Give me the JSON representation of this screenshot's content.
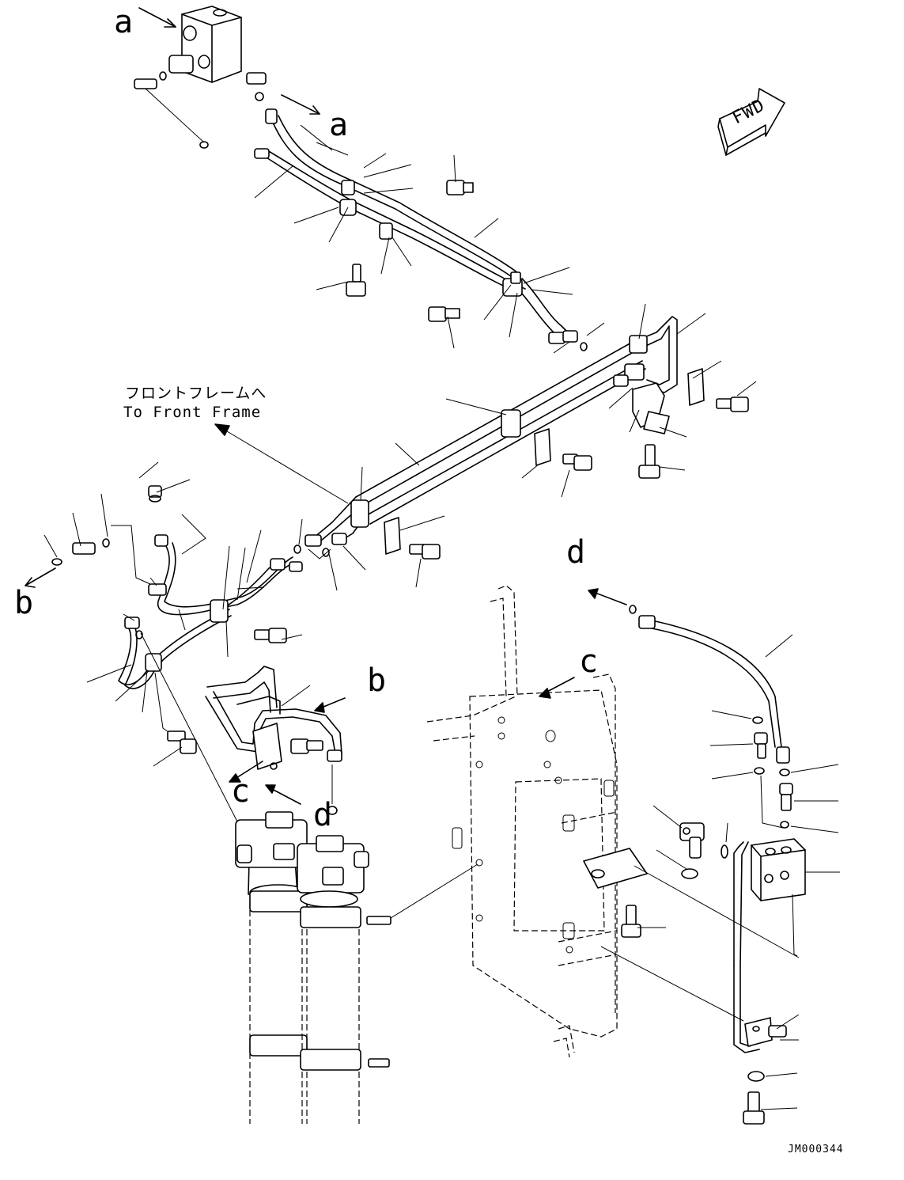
{
  "callouts": {
    "a_top": "a",
    "a_right": "a",
    "b_left": "b",
    "b_mid": "b",
    "c_left": "c",
    "c_mid": "c",
    "d_lower": "d",
    "d_right": "d"
  },
  "fwd_label": "FWD",
  "front_frame_jp": "フロントフレームへ",
  "front_frame_en": "To Front Frame",
  "drawing_code": "JM000344",
  "icons": [
    "fwd-arrow-icon",
    "hydraulic-valve-icon",
    "accumulator-icon"
  ]
}
